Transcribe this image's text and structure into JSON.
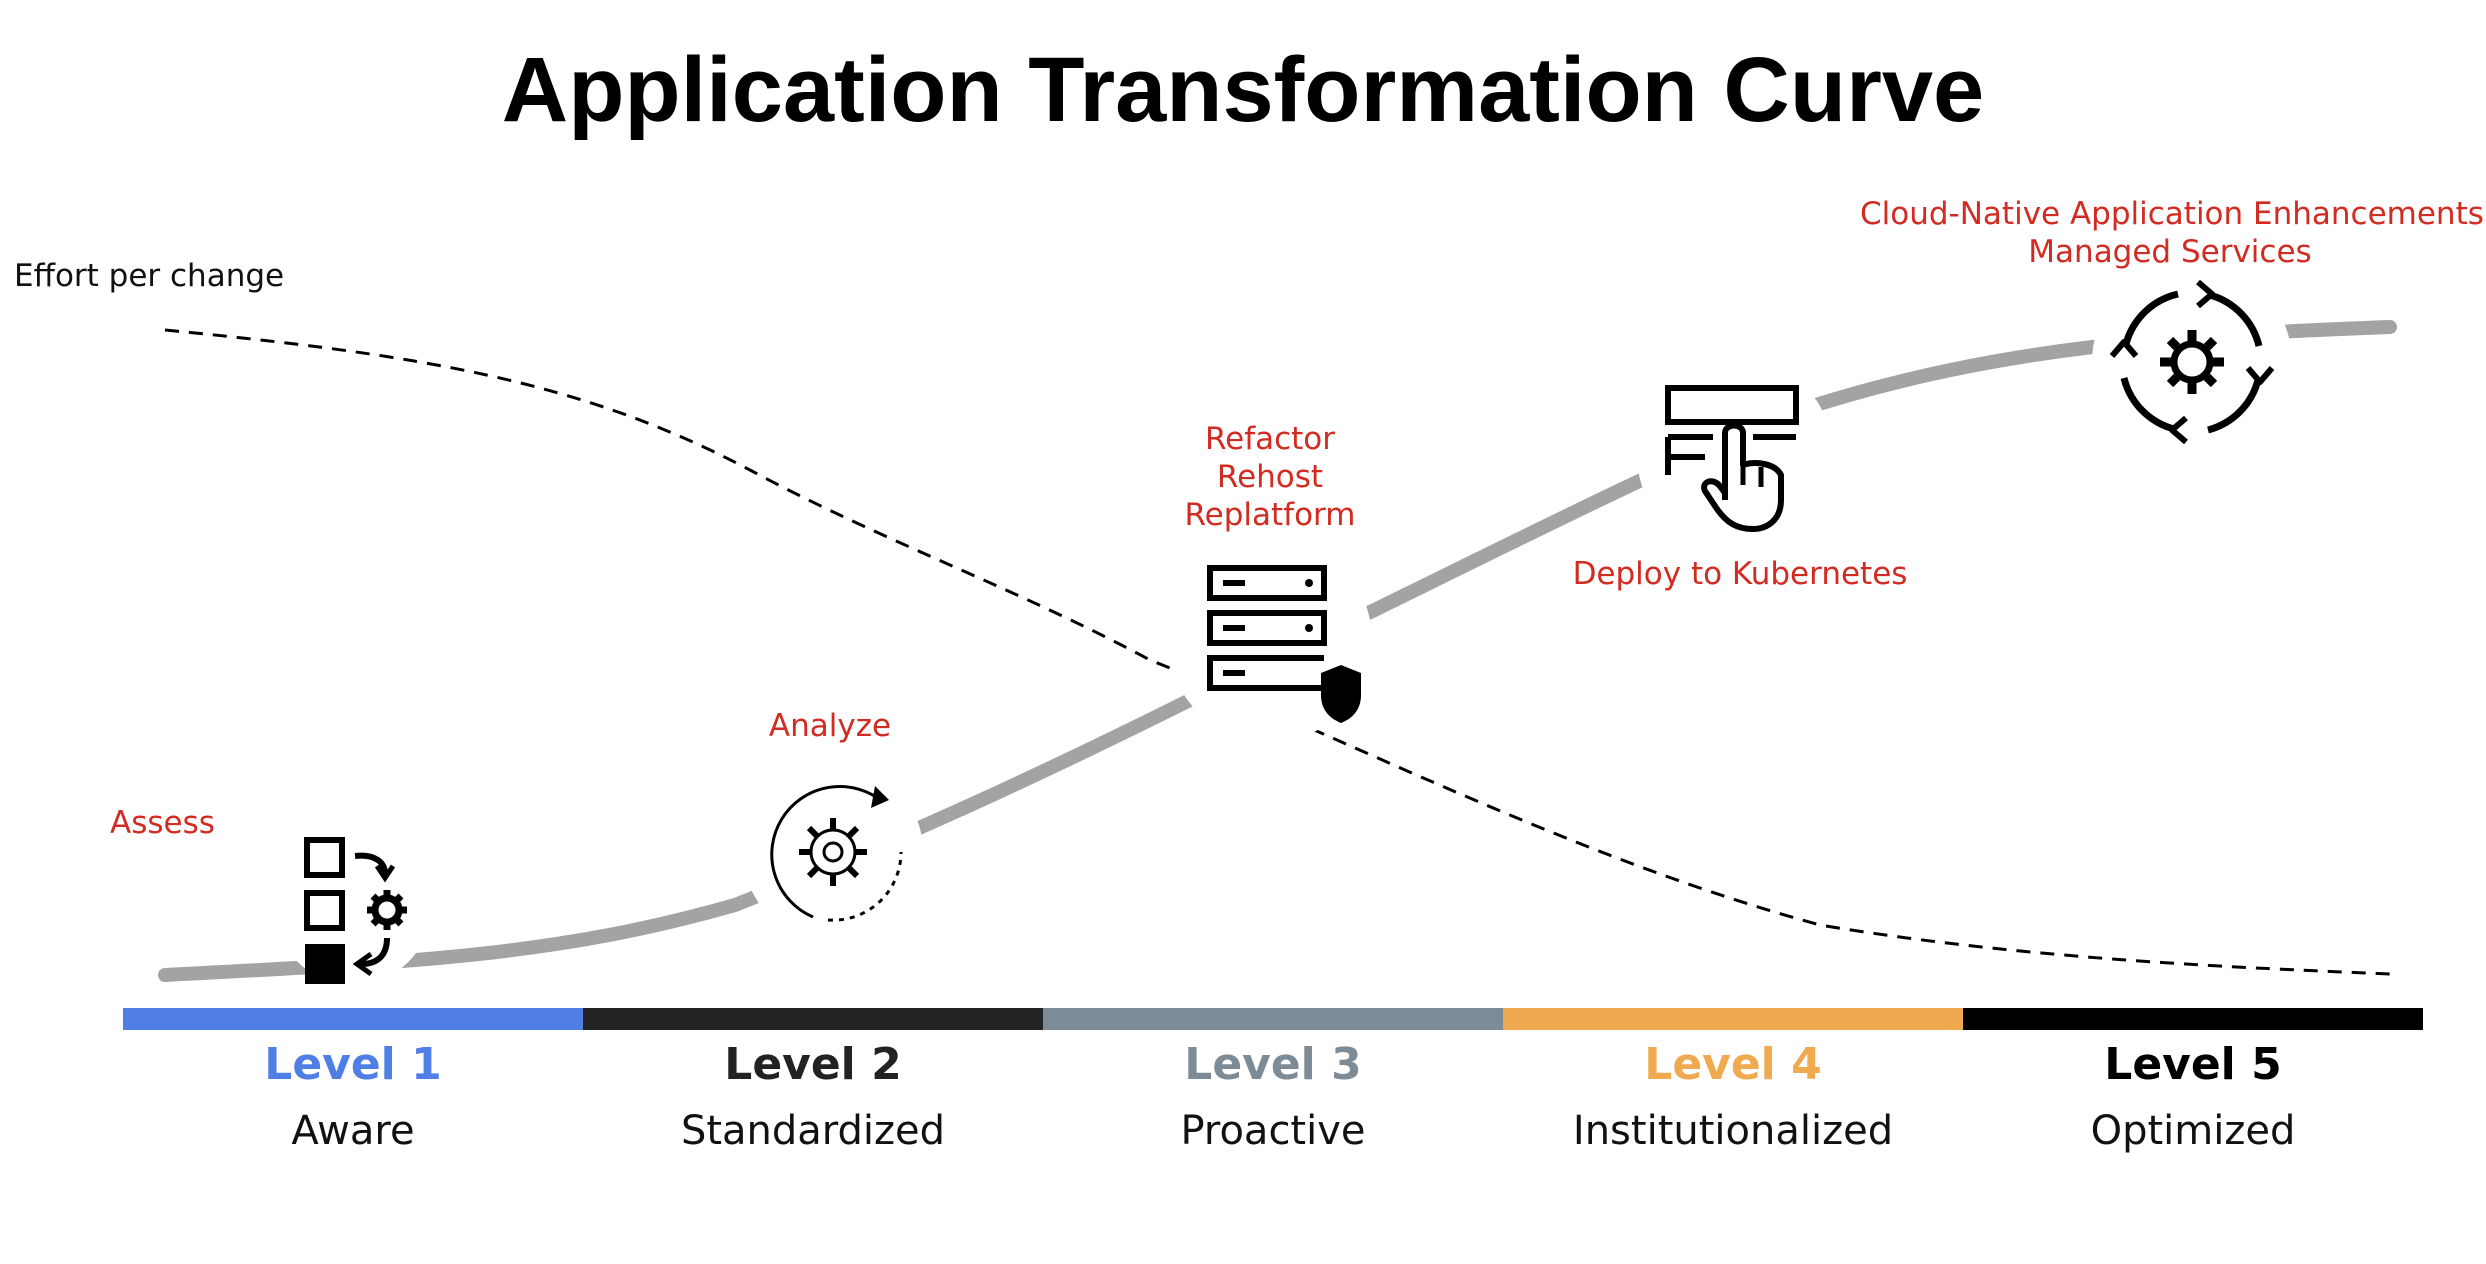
{
  "title": "Application Transformation Curve",
  "effort_label": "Effort per change",
  "steps": {
    "assess": "Assess",
    "analyze": "Analyze",
    "refactor": [
      "Refactor",
      "Rehost",
      "Replatform"
    ],
    "deploy": "Deploy to Kubernetes",
    "cloud": [
      "Cloud-Native Application Enhancements",
      "Managed Services"
    ]
  },
  "icons": {
    "assess": "checklist-gear-icon",
    "analyze": "gear-cycle-icon",
    "refactor": "server-shield-icon",
    "deploy": "touch-panel-icon",
    "cloud": "gear-arrows-icon"
  },
  "levels": [
    {
      "name": "Level 1",
      "desc": "Aware",
      "color": "#4f7fe4"
    },
    {
      "name": "Level 2",
      "desc": "Standardized",
      "color": "#222222"
    },
    {
      "name": "Level 3",
      "desc": "Proactive",
      "color": "#7d8b96"
    },
    {
      "name": "Level 4",
      "desc": "Institutionalized",
      "color": "#efa94f"
    },
    {
      "name": "Level 5",
      "desc": "Optimized",
      "color": "#000000"
    }
  ],
  "colors": {
    "step_label": "#d22b21",
    "curve": "#a3a3a3",
    "effort_line": "#000000"
  }
}
